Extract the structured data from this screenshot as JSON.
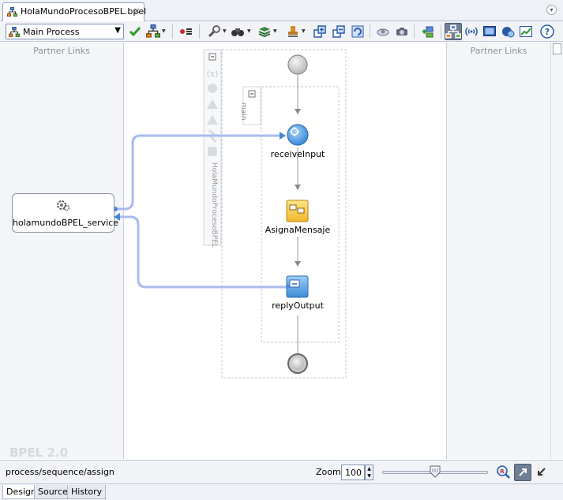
{
  "window": {
    "tab_title": "HolaMundoProcesoBPEL.bpel",
    "tab_close": "×"
  },
  "toolbar": {
    "process_selector": "Main Process",
    "icons": [
      "validate-icon",
      "process-icon",
      "breakpoint-icon",
      "wrench-icon",
      "binoculars-icon",
      "layers-icon",
      "stamp-icon",
      "expand-icon",
      "collapse-icon",
      "refresh-icon",
      "gear-icon",
      "camera-icon",
      "add-icon",
      "process-view-icon",
      "broadcast-icon",
      "monitor-icon",
      "chip-icon",
      "chart-icon",
      "help-icon"
    ]
  },
  "panels": {
    "left_title": "Partner Links",
    "right_title": "Partner Links",
    "bpel_version": "BPEL 2.0"
  },
  "partner_link": {
    "label": "holamundoBPEL_service"
  },
  "process": {
    "scope_label": "HolaMundoProcesoBPEL",
    "sequence_label": "main",
    "activities": [
      {
        "name": "receiveInput",
        "type": "receive"
      },
      {
        "name": "AsignaMensaje",
        "type": "assign"
      },
      {
        "name": "replyOutput",
        "type": "reply"
      }
    ]
  },
  "statusbar": {
    "path": "process/sequence/assign",
    "zoom_label": "Zoom:",
    "zoom_value": "100"
  },
  "bottom_tabs": [
    "Design",
    "Source",
    "History"
  ],
  "colors": {
    "link_line": "#a9baf0",
    "receive_fill": "#5aa6e8",
    "assign_fill": "#f5c842",
    "reply_fill": "#5fa8e0"
  }
}
